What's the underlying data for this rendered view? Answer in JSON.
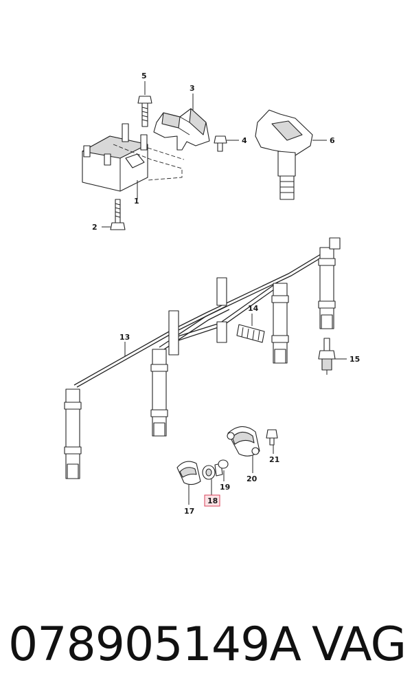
{
  "callouts": {
    "p1": "1",
    "p2": "2",
    "p3": "3",
    "p4": "4",
    "p5": "5",
    "p6": "6",
    "p13": "13",
    "p14": "14",
    "p15": "15",
    "p17": "17",
    "p18": "18",
    "p19": "19",
    "p20": "20",
    "p21": "21"
  },
  "highlighted_callout": "18",
  "highlight_color": "#d9415a",
  "caption": {
    "part_number": "078905149A",
    "brand": "VAG"
  }
}
